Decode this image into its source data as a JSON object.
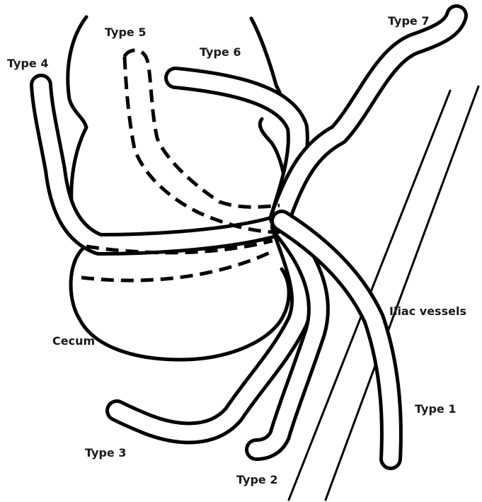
{
  "labels": {
    "type1": "Type 1",
    "type2": "Type 2",
    "type3": "Type 3",
    "type4": "Type 4",
    "type5": "Type 5",
    "type6": "Type 6",
    "type7": "Type 7",
    "cecum": "Cecum",
    "iliac": "Iliac vessels"
  }
}
